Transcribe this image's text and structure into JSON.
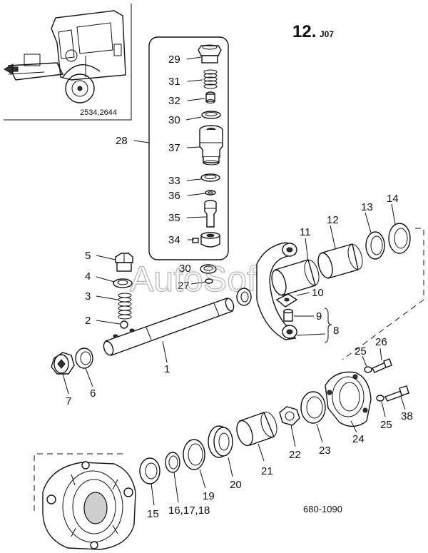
{
  "title": {
    "number": "12.",
    "suffix": "J07"
  },
  "inset_code": "2534,2644",
  "drawing_number": "680-1090",
  "watermark": "AutoSoft",
  "labels": {
    "p1": "1",
    "p2": "2",
    "p3": "3",
    "p4": "4",
    "p5": "5",
    "p6": "6",
    "p7": "7",
    "p8": "8",
    "p9": "9",
    "p10": "10",
    "p11": "11",
    "p12": "12",
    "p13": "13",
    "p14": "14",
    "p15": "15",
    "p16_18": "16,17,18",
    "p19": "19",
    "p20": "20",
    "p21": "21",
    "p22": "22",
    "p23": "23",
    "p24": "24",
    "p25a": "25",
    "p25b": "25",
    "p26": "26",
    "p27": "27",
    "p28": "28",
    "p29": "29",
    "p30a": "30",
    "p30b": "30",
    "p31": "31",
    "p32": "32",
    "p33": "33",
    "p34": "34",
    "p35": "35",
    "p36": "36",
    "p37": "37",
    "p38": "38"
  }
}
